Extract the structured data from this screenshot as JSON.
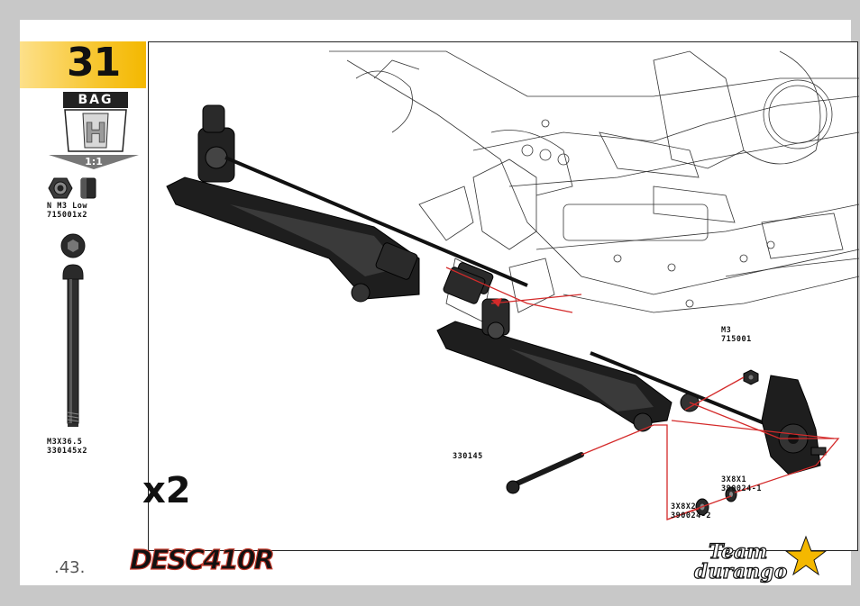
{
  "step": {
    "number": "31"
  },
  "bag": {
    "label": "BAG",
    "letter": "H",
    "scale": "1:1"
  },
  "hardware": [
    {
      "name": "N M3 Low",
      "code": "715001x2"
    },
    {
      "name": "M3X36.5",
      "code": "330145x2"
    }
  ],
  "callouts": {
    "nut": {
      "name": "M3",
      "code": "715001"
    },
    "screw": {
      "code": "330145"
    },
    "shim1": {
      "name": "3X8X1",
      "code": "390024-1"
    },
    "shim2": {
      "name": "3X8X2",
      "code": "390024-2"
    }
  },
  "quantity": "x2",
  "page_number": ".43.",
  "logos": {
    "product": "DESC410R",
    "brand_line1": "Team",
    "brand_line2": "durango"
  },
  "colors": {
    "accent": "#f4b800",
    "guide_line": "#d42a2a",
    "part": "#1c1c1c"
  }
}
